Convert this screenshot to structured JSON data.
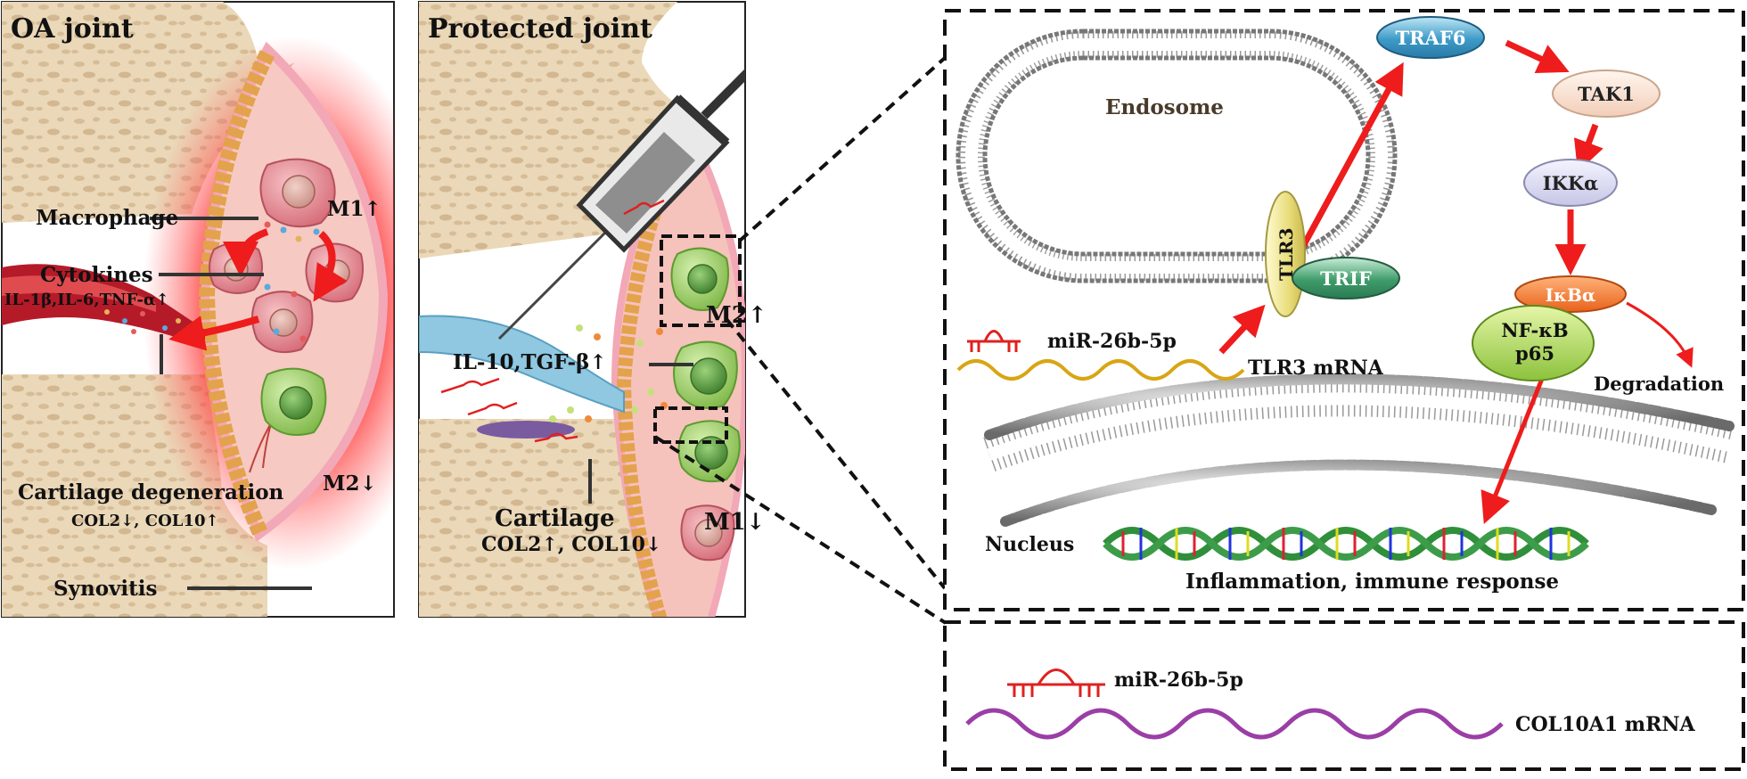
{
  "panels": {
    "oa": {
      "title": "OA joint",
      "macrophage": "Macrophage",
      "m1_up": "M1↑",
      "cytokines": "Cytokines",
      "cytokine_list": "IL-1β,IL-6,TNF-α↑",
      "cartilage_degeneration": "Cartilage degeneration",
      "col_change": "COL2↓, COL10↑",
      "m2_down": "M2↓",
      "synovitis": "Synovitis"
    },
    "protected": {
      "title": "Protected joint",
      "m2_up": "M2↑",
      "il10": "IL-10,TGF-β↑",
      "cartilage": "Cartilage",
      "col_change": "COL2↑, COL10↓",
      "m1_down": "M1↓"
    },
    "pathway": {
      "endosome": "Endosome",
      "tlr3": "TLR3",
      "trif": "TRIF",
      "traf6": "TRAF6",
      "tak1": "TAK1",
      "ikka": "IKKα",
      "ikba": "IκBα",
      "nfkb_line1": "NF-κB",
      "nfkb_line2": "p65",
      "degradation": "Degradation",
      "mirna": "miR-26b-5p",
      "tlr3_mrna": "TLR3 mRNA",
      "nucleus": "Nucleus",
      "inflammation": "Inflammation, immune response"
    },
    "col10": {
      "mirna": "miR-26b-5p",
      "mrna": "COL10A1 mRNA"
    }
  },
  "colors": {
    "arrow_red": "#ee1c1c",
    "bone": "#e8d5b5",
    "synovium_pink": "#f5c2bd",
    "m1_cell": "#e58d94",
    "m2_cell": "#8fc85a",
    "mrna_gold": "#d9a514",
    "mrna_purple": "#9b3ea6",
    "mirna_red": "#e02020"
  }
}
